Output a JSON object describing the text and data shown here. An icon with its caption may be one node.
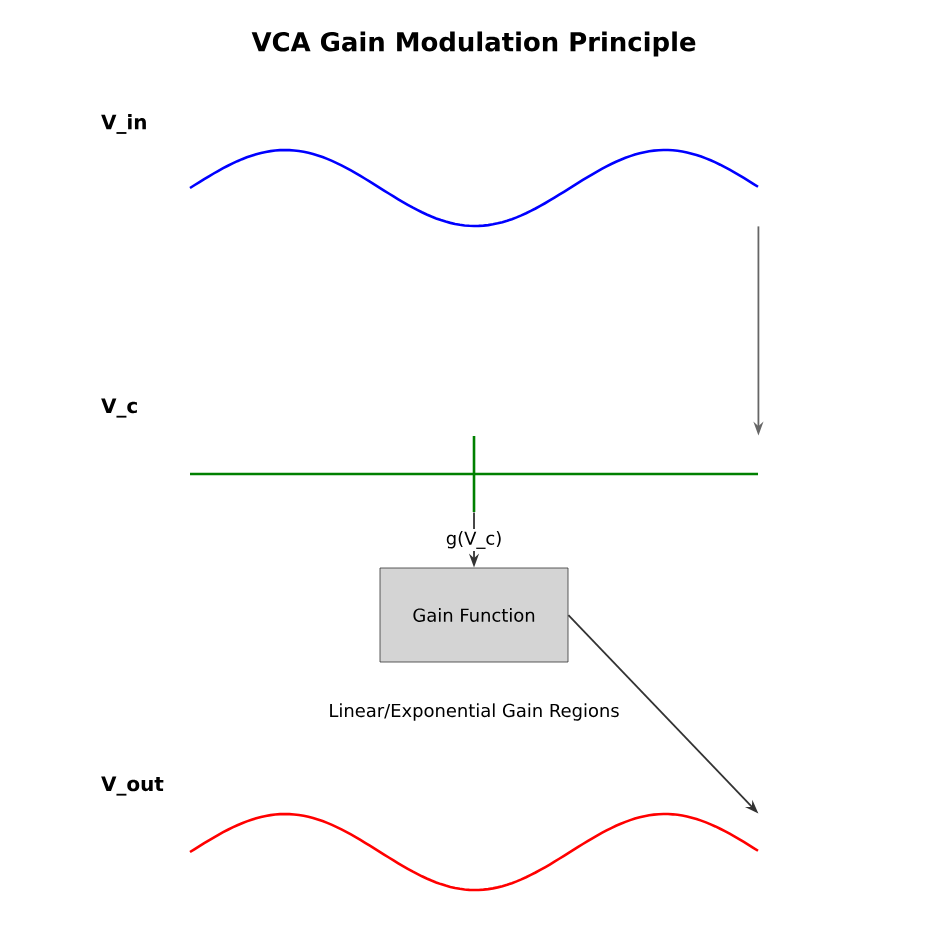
{
  "diagram": {
    "title": "VCA Gain Modulation Principle",
    "nodes": [
      {
        "text": [],
        "shape": "wave",
        "beside": [
          "V_in"
        ]
      },
      {
        "text": [],
        "shape": "line",
        "beside": [
          "V_c"
        ]
      },
      {
        "text": [
          "Gain Function"
        ]
      },
      {
        "text": [],
        "shape": "wave",
        "beside": [
          "V_out"
        ]
      }
    ],
    "edges": [
      {
        "from": 0,
        "to": 1,
        "arrow": "to",
        "color": "#666666"
      },
      {
        "from": 1,
        "to": 2,
        "arrow": "to",
        "label": "g(V_c)"
      },
      {
        "from": 2,
        "to": 3,
        "arrow": "to"
      }
    ],
    "labels": [
      "Linear/Exponential Gain Regions"
    ]
  }
}
